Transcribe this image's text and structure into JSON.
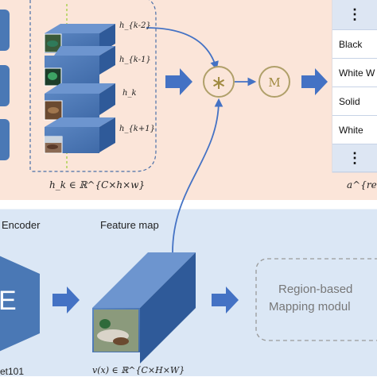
{
  "top_panel": {
    "feature_labels": [
      "h_{k-2}",
      "h_{k-1}",
      "h_k",
      "h_{k+1}"
    ],
    "caption": "h_k ∈ ℝ^{C×h×w}",
    "operator_symbol": "∗",
    "mapping_symbol": "M",
    "output_label": "a^{reg}",
    "class_list": [
      "Black Eye",
      "White W",
      "Solid Bre",
      "White Be"
    ],
    "more_symbol": "⋮"
  },
  "bottom_panel": {
    "encoder_label": "Encoder",
    "encoder_letter": "E",
    "feature_map_label": "Feature map",
    "feature_caption": "v(x) ∈ ℝ^{C×H×W}",
    "backbone_label": "et101",
    "module_label_line1": "Region-based",
    "module_label_line2": "Mapping modul"
  },
  "colors": {
    "top_bg": "#fbe5d9",
    "bottom_bg": "#dbe7f5",
    "block_blue": "#4a78b5",
    "arrow_blue": "#4472c4",
    "circle_stroke": "#b0a06a"
  }
}
